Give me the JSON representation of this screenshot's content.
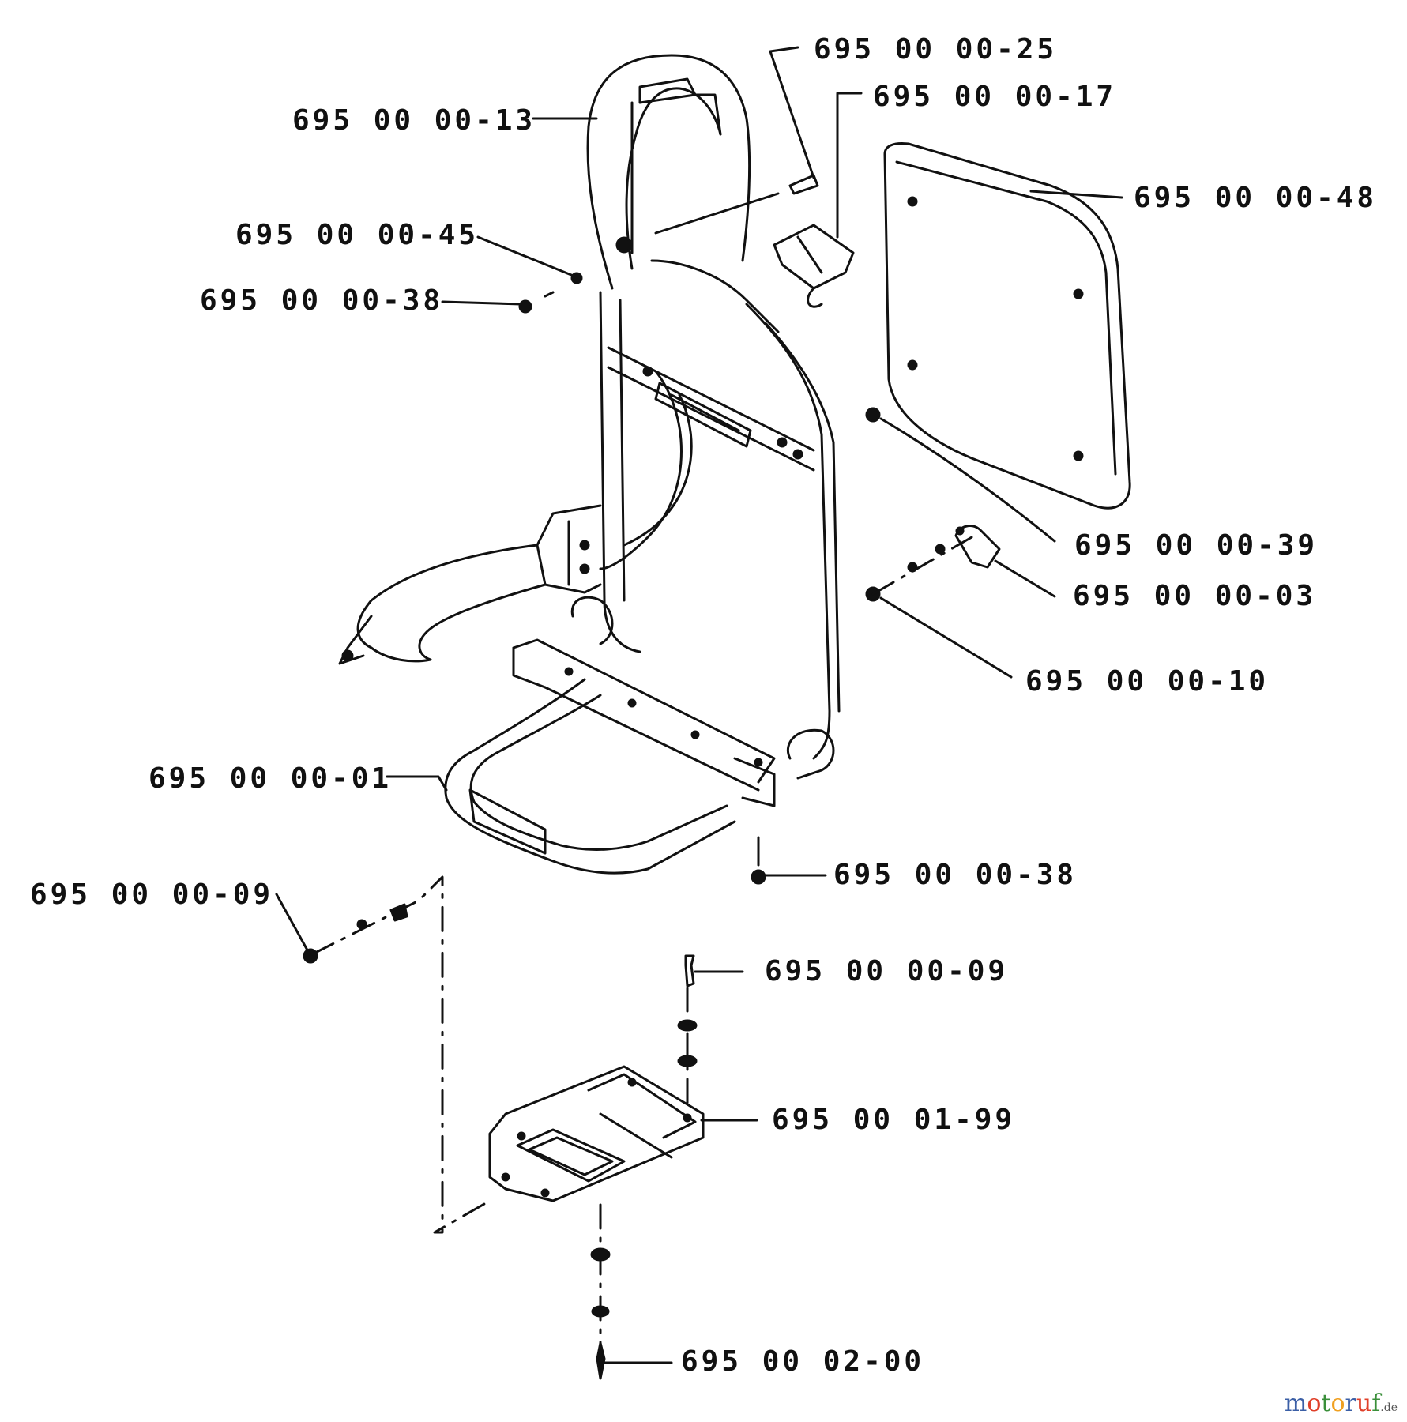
{
  "labels": {
    "p25": "695 00 00-25",
    "p17": "695 00 00-17",
    "p13": "695 00 00-13",
    "p48": "695 00 00-48",
    "p45": "695 00 00-45",
    "p38_top": "695 00 00-38",
    "p39": "695 00 00-39",
    "p03": "695 00 00-03",
    "p10": "695 00 00-10",
    "p01": "695 00 00-01",
    "p38_bottom": "695 00 00-38",
    "p09_left": "695 00 00-09",
    "p09_center": "695 00 00-09",
    "p0199": "695 00 01-99",
    "p0200": "695 00 02-00"
  },
  "watermark": {
    "letters": [
      "m",
      "o",
      "t",
      "o",
      "r",
      "u",
      "f"
    ],
    "letter_colors": [
      "#3b5fa6",
      "#e0402a",
      "#3a8f3a",
      "#f0a020",
      "#3b5fa6",
      "#e0402a",
      "#3a8f3a"
    ],
    "tld": ".de"
  }
}
